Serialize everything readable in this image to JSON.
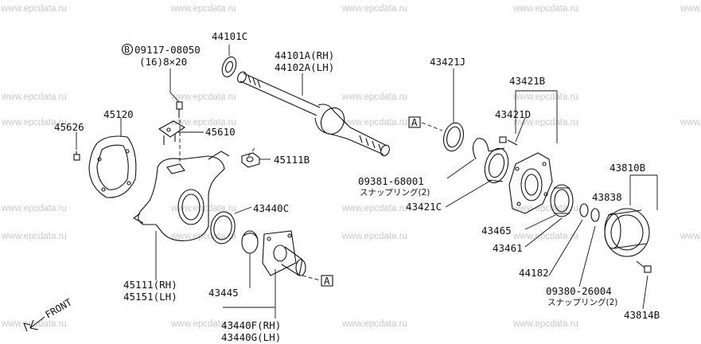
{
  "watermark": "www.epcdata.ru",
  "front_label": "FRONT",
  "ref_letter": "A",
  "bolt_symbol": "B",
  "labels": {
    "p44101c": "44101C",
    "p09117_a": "09117-08050",
    "p09117_b": "(16)8×20",
    "p44101a": "44101A(RH)",
    "p44102a": "44102A(LH)",
    "p45120": "45120",
    "p45626": "45626",
    "p45610": "45610",
    "p45111b": "45111B",
    "p43440c": "43440C",
    "p45111": "45111(RH)",
    "p45151": "45151(LH)",
    "p43445": "43445",
    "p43440f": "43440F(RH)",
    "p43440g": "43440G(LH)",
    "p43421j": "43421J",
    "p43421b": "43421B",
    "p43421d": "43421D",
    "p09381": "09381-68001",
    "p09381_sub": "スナップリング(2)",
    "p43421c": "43421C",
    "p43465": "43465",
    "p43461": "43461",
    "p44182": "44182",
    "p09380": "09380-26004",
    "p09380_sub": "スナップリング(2)",
    "p43810b": "43810B",
    "p43838": "43838",
    "p43814b": "43814B"
  }
}
